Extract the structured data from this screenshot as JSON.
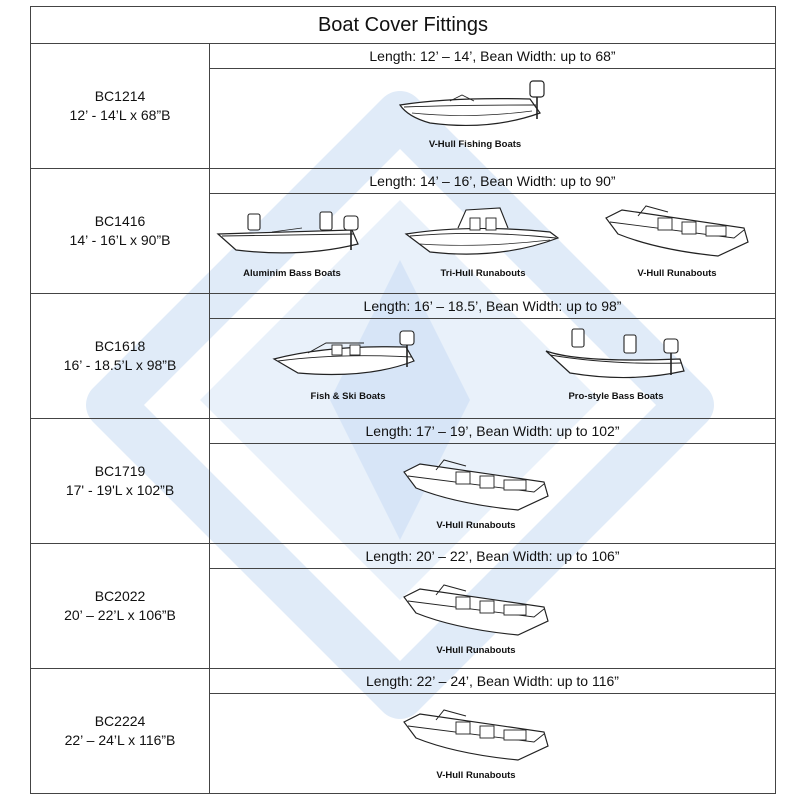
{
  "title": "Boat Cover Fittings",
  "rows": [
    {
      "model": "BC1214",
      "size": "12’ - 14’L x 68”B",
      "spec": "Length: 12’ – 14’, Bean Width: up to 68”",
      "boats": [
        {
          "label": "V-Hull Fishing Boats",
          "icon": "v-hull-fishing-boat-icon"
        }
      ]
    },
    {
      "model": "BC1416",
      "size": "14’ - 16’L x 90”B",
      "spec": "Length: 14’ – 16’, Bean Width: up to 90”",
      "boats": [
        {
          "label": "Aluminim Bass Boats",
          "icon": "aluminum-bass-boat-icon"
        },
        {
          "label": "Tri-Hull Runabouts",
          "icon": "tri-hull-runabout-icon"
        },
        {
          "label": "V-Hull Runabouts",
          "icon": "v-hull-runabout-icon"
        }
      ]
    },
    {
      "model": "BC1618",
      "size": "16’ - 18.5’L x 98”B",
      "spec": "Length: 16’ – 18.5’, Bean Width: up to 98”",
      "boats": [
        {
          "label": "Fish & Ski Boats",
          "icon": "fish-ski-boat-icon"
        },
        {
          "label": "Pro-style Bass Boats",
          "icon": "pro-style-bass-boat-icon"
        }
      ]
    },
    {
      "model": "BC1719",
      "size": "17' - 19'L x 102”B",
      "spec": "Length: 17’ – 19’, Bean Width: up to 102”",
      "boats": [
        {
          "label": "V-Hull Runabouts",
          "icon": "v-hull-runabout-icon"
        }
      ]
    },
    {
      "model": "BC2022",
      "size": "20’ – 22’L x 106”B",
      "spec": "Length: 20’ – 22’, Bean Width: up to 106”",
      "boats": [
        {
          "label": "V-Hull Runabouts",
          "icon": "v-hull-runabout-icon"
        }
      ]
    },
    {
      "model": "BC2224",
      "size": "22’ – 24’L x 116”B",
      "spec": "Length: 22’ – 24’, Bean Width: up to 116”",
      "boats": [
        {
          "label": "V-Hull Runabouts",
          "icon": "v-hull-runabout-icon"
        }
      ]
    }
  ],
  "colors": {
    "watermark": "#cfe0f5",
    "grid": "#444444"
  }
}
